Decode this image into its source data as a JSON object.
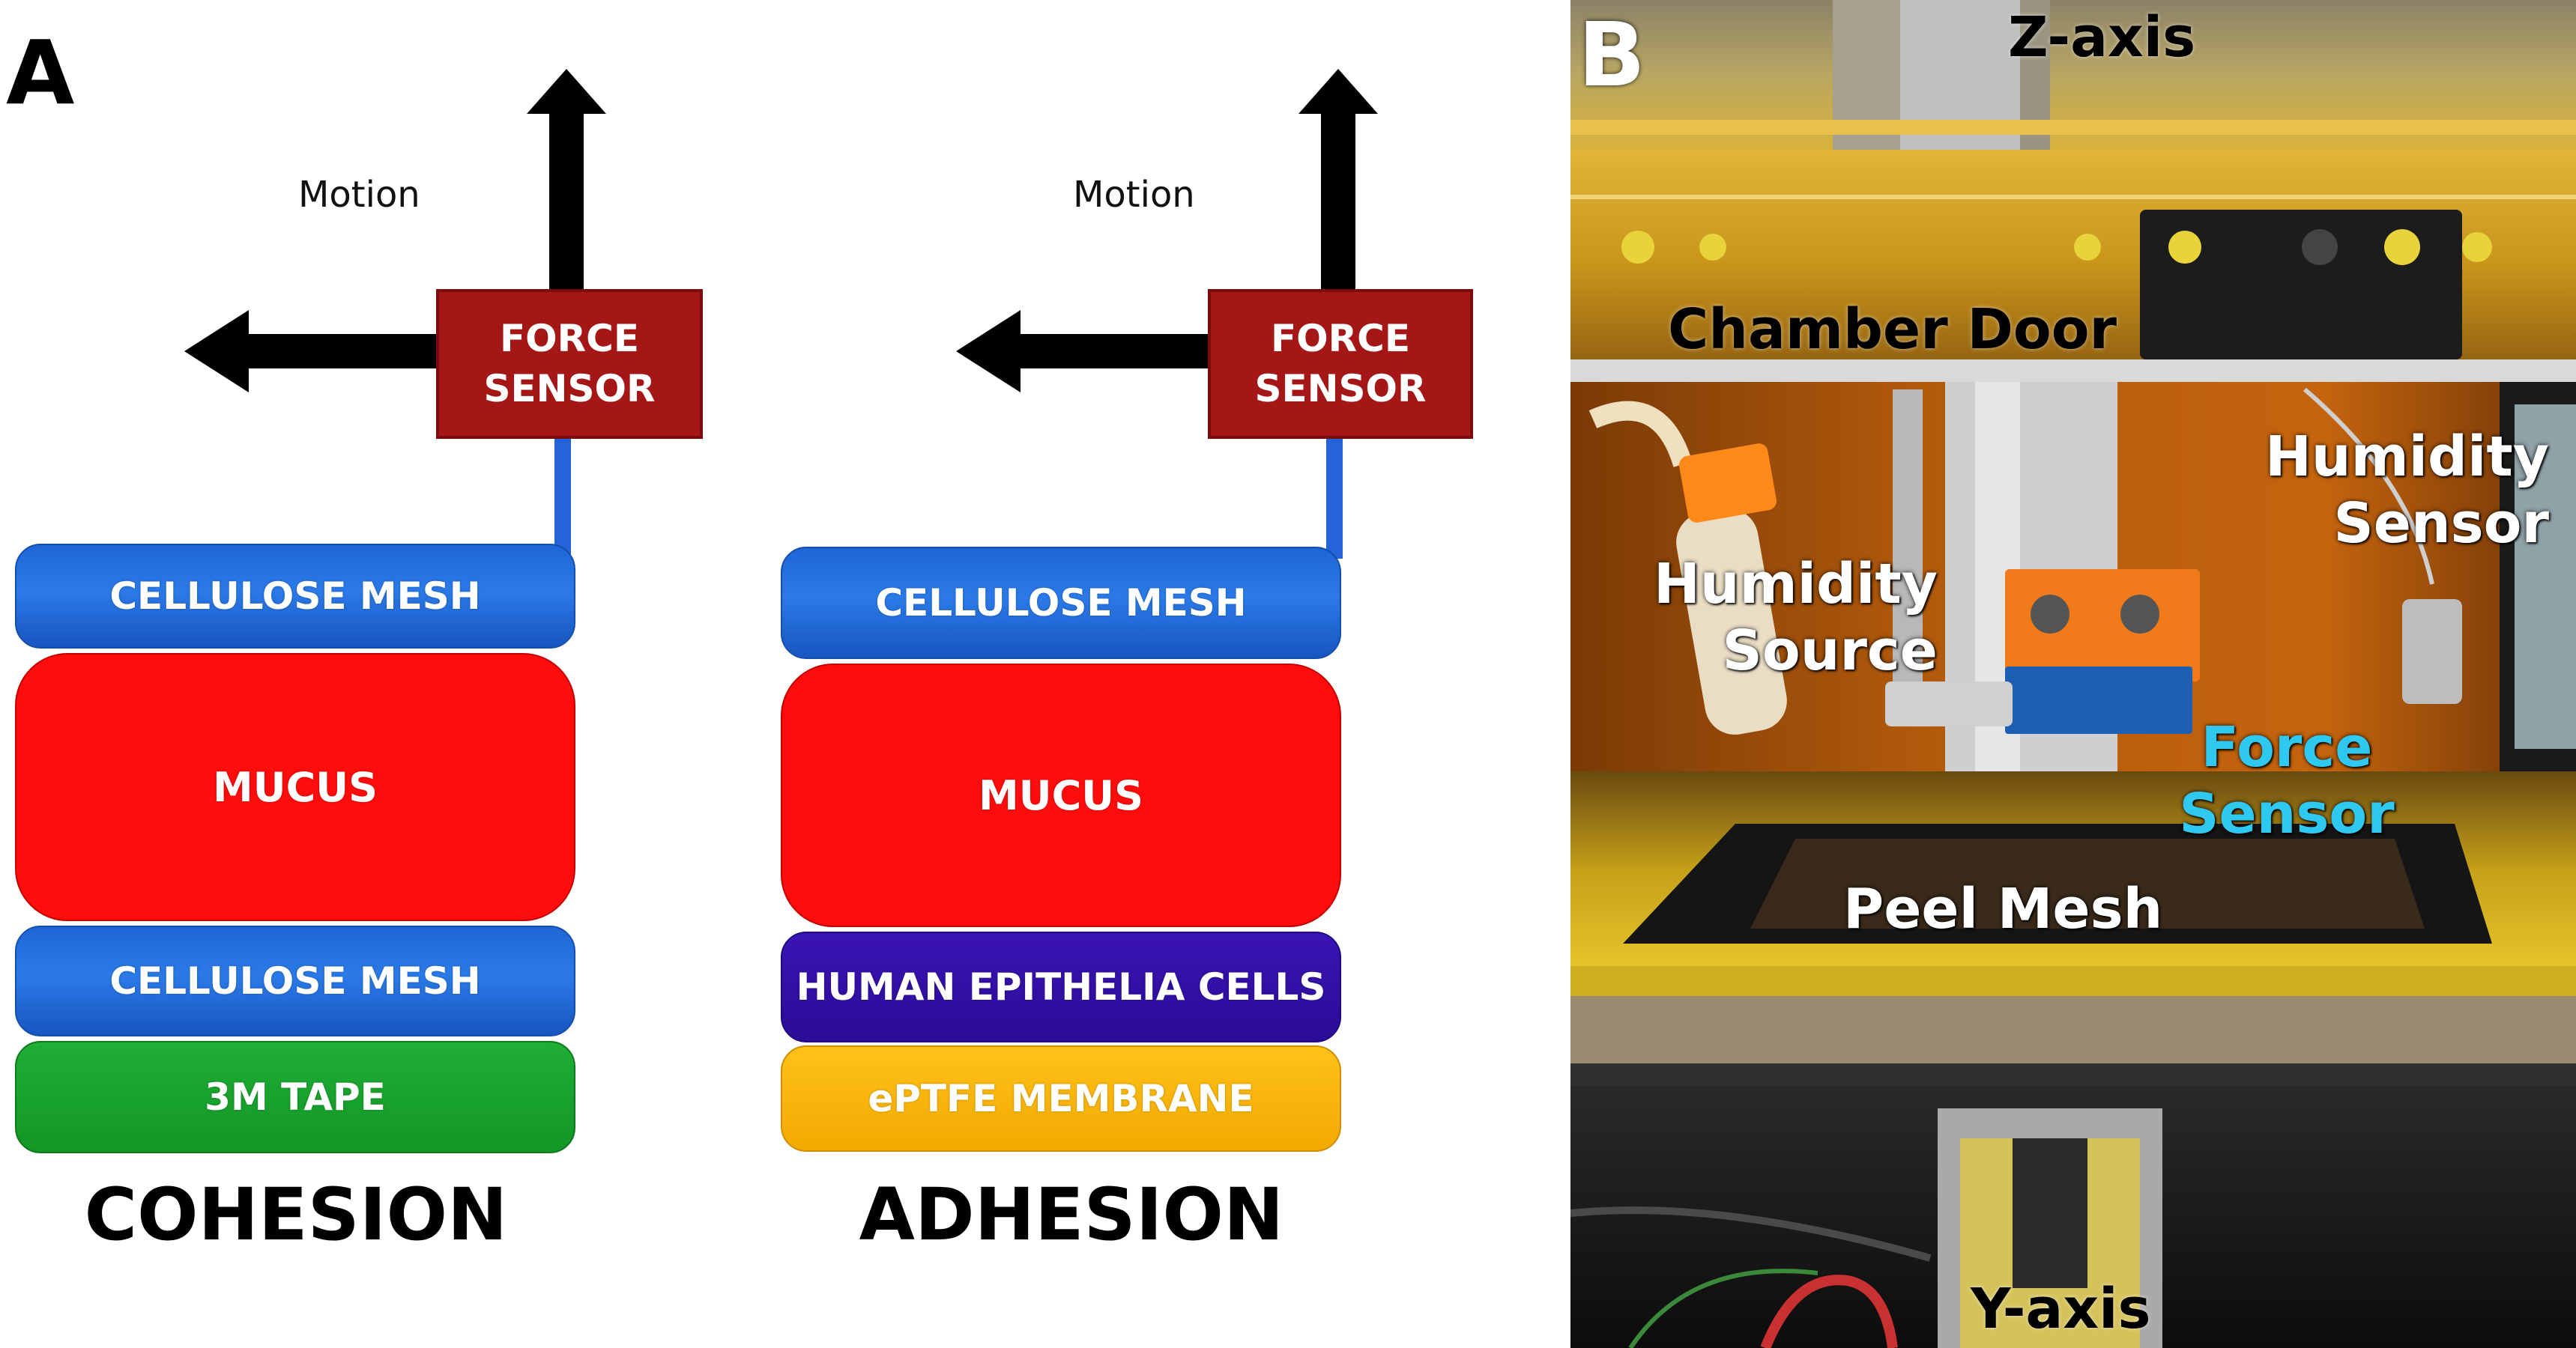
{
  "panel_a": {
    "letter": "A",
    "cohesion": {
      "motion_label": "Motion",
      "sensor_line1": "FORCE",
      "sensor_line2": "SENSOR",
      "layers": [
        "CELLULOSE MESH",
        "MUCUS",
        "CELLULOSE MESH",
        "3M TAPE"
      ],
      "caption": "COHESION"
    },
    "adhesion": {
      "motion_label": "Motion",
      "sensor_line1": "FORCE",
      "sensor_line2": "SENSOR",
      "layers": [
        "CELLULOSE MESH",
        "MUCUS",
        "HUMAN EPITHELIA CELLS",
        "ePTFE MEMBRANE"
      ],
      "caption": "ADHESION"
    }
  },
  "panel_b": {
    "letter": "B",
    "labels": {
      "z_axis": "Z-axis",
      "chamber_door": "Chamber Door",
      "humidity_sensor_1": "Humidity",
      "humidity_sensor_2": "Sensor",
      "humidity_source_1": "Humidity",
      "humidity_source_2": "Source",
      "force_sensor_1": "Force",
      "force_sensor_2": "Sensor",
      "peel_mesh": "Peel Mesh",
      "y_axis": "Y-axis"
    }
  },
  "colors": {
    "force_sensor_box": "#a51616",
    "cellulose_mesh": "#2b7ae8",
    "mucus": "#ff0c0c",
    "tape": "#1fae36",
    "epithelia": "#2a0c96",
    "eptfe": "#f2a900",
    "force_sensor_label": "#2ec8f0"
  }
}
